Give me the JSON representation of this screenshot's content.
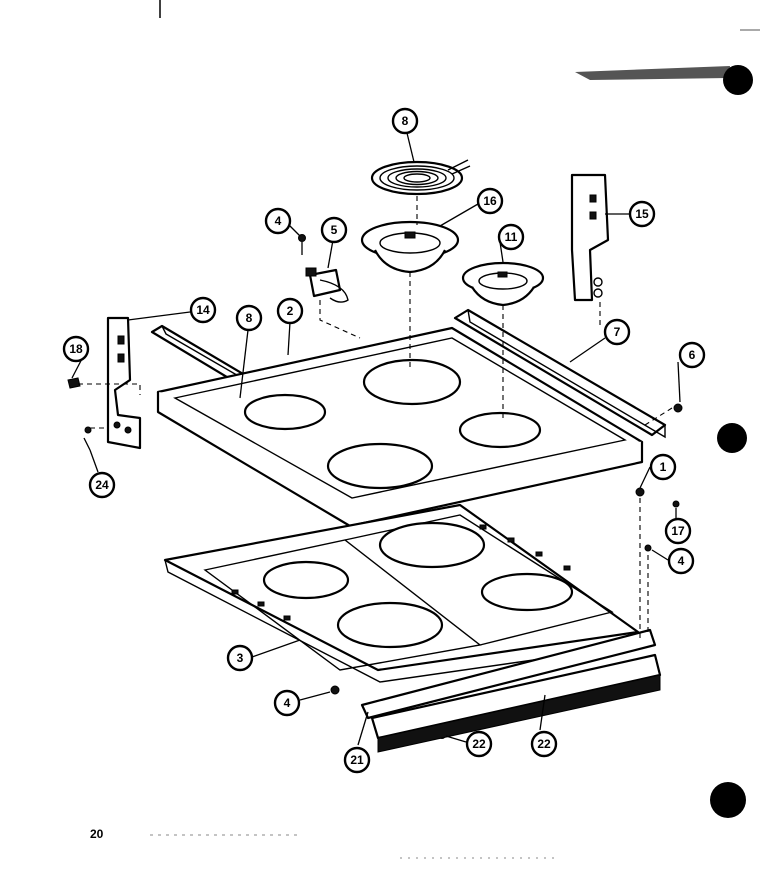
{
  "page_number": "20",
  "callouts": [
    {
      "id": "c-top-8",
      "label": "8"
    },
    {
      "id": "c-16",
      "label": "16"
    },
    {
      "id": "c-15",
      "label": "15"
    },
    {
      "id": "c-11",
      "label": "11"
    },
    {
      "id": "c-4-top",
      "label": "4"
    },
    {
      "id": "c-5",
      "label": "5"
    },
    {
      "id": "c-14",
      "label": "14"
    },
    {
      "id": "c-8-rail",
      "label": "8"
    },
    {
      "id": "c-2",
      "label": "2"
    },
    {
      "id": "c-7",
      "label": "7"
    },
    {
      "id": "c-18",
      "label": "18"
    },
    {
      "id": "c-6",
      "label": "6"
    },
    {
      "id": "c-24",
      "label": "24"
    },
    {
      "id": "c-1",
      "label": "1"
    },
    {
      "id": "c-17",
      "label": "17"
    },
    {
      "id": "c-4-right",
      "label": "4"
    },
    {
      "id": "c-3",
      "label": "3"
    },
    {
      "id": "c-4-bottom",
      "label": "4"
    },
    {
      "id": "c-21",
      "label": "21"
    },
    {
      "id": "c-22-screw",
      "label": "22"
    },
    {
      "id": "c-22-strip",
      "label": "22"
    }
  ]
}
